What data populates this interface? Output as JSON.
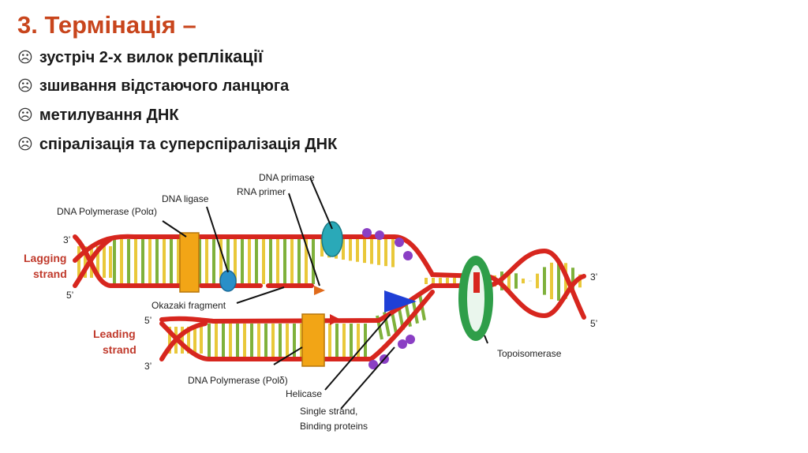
{
  "slide": {
    "title": "3. Термінація –",
    "bullet_icon": "frown-face-icon",
    "bullets": [
      {
        "text": "зустріч 2-х вилок ",
        "emphasis": "реплікації"
      },
      {
        "text": "зшивання відстаючого ланцюга"
      },
      {
        "text": "метилування ДНК"
      },
      {
        "text": "спіралізація та суперспіралізація ДНК"
      }
    ]
  },
  "diagram": {
    "labels": {
      "dna_primase": "DNA primase",
      "rna_primer": "RNA primer",
      "dna_ligase": "DNA ligase",
      "pol_alpha": "DNA Polymerase (Polα)",
      "okazaki": "Okazaki fragment",
      "pol_delta": "DNA Polymerase (Polδ)",
      "helicase": "Helicase",
      "ssb_line1": "Single strand,",
      "ssb_line2": "Binding proteins",
      "topoisomerase": "Topoisomerase",
      "lagging_line1": "Lagging",
      "lagging_line2": "strand",
      "leading_line1": "Leading",
      "leading_line2": "strand",
      "lag_3": "3’",
      "lag_5": "5’",
      "lead_5": "5’",
      "lead_3": "3’",
      "right_3": "3’",
      "right_5": "5’"
    },
    "colors": {
      "strand_red": "#d7261e",
      "base_yellow": "#e9c83a",
      "base_green": "#7fb13b",
      "polymerase": "#f2a516",
      "primase": "#2aa9b8",
      "ligase": "#2a8fc8",
      "helicase": "#1f3fd6",
      "ssb": "#8a3fc4",
      "topoisomerase": "#2f9e49",
      "side_label": "#c0392b"
    }
  }
}
